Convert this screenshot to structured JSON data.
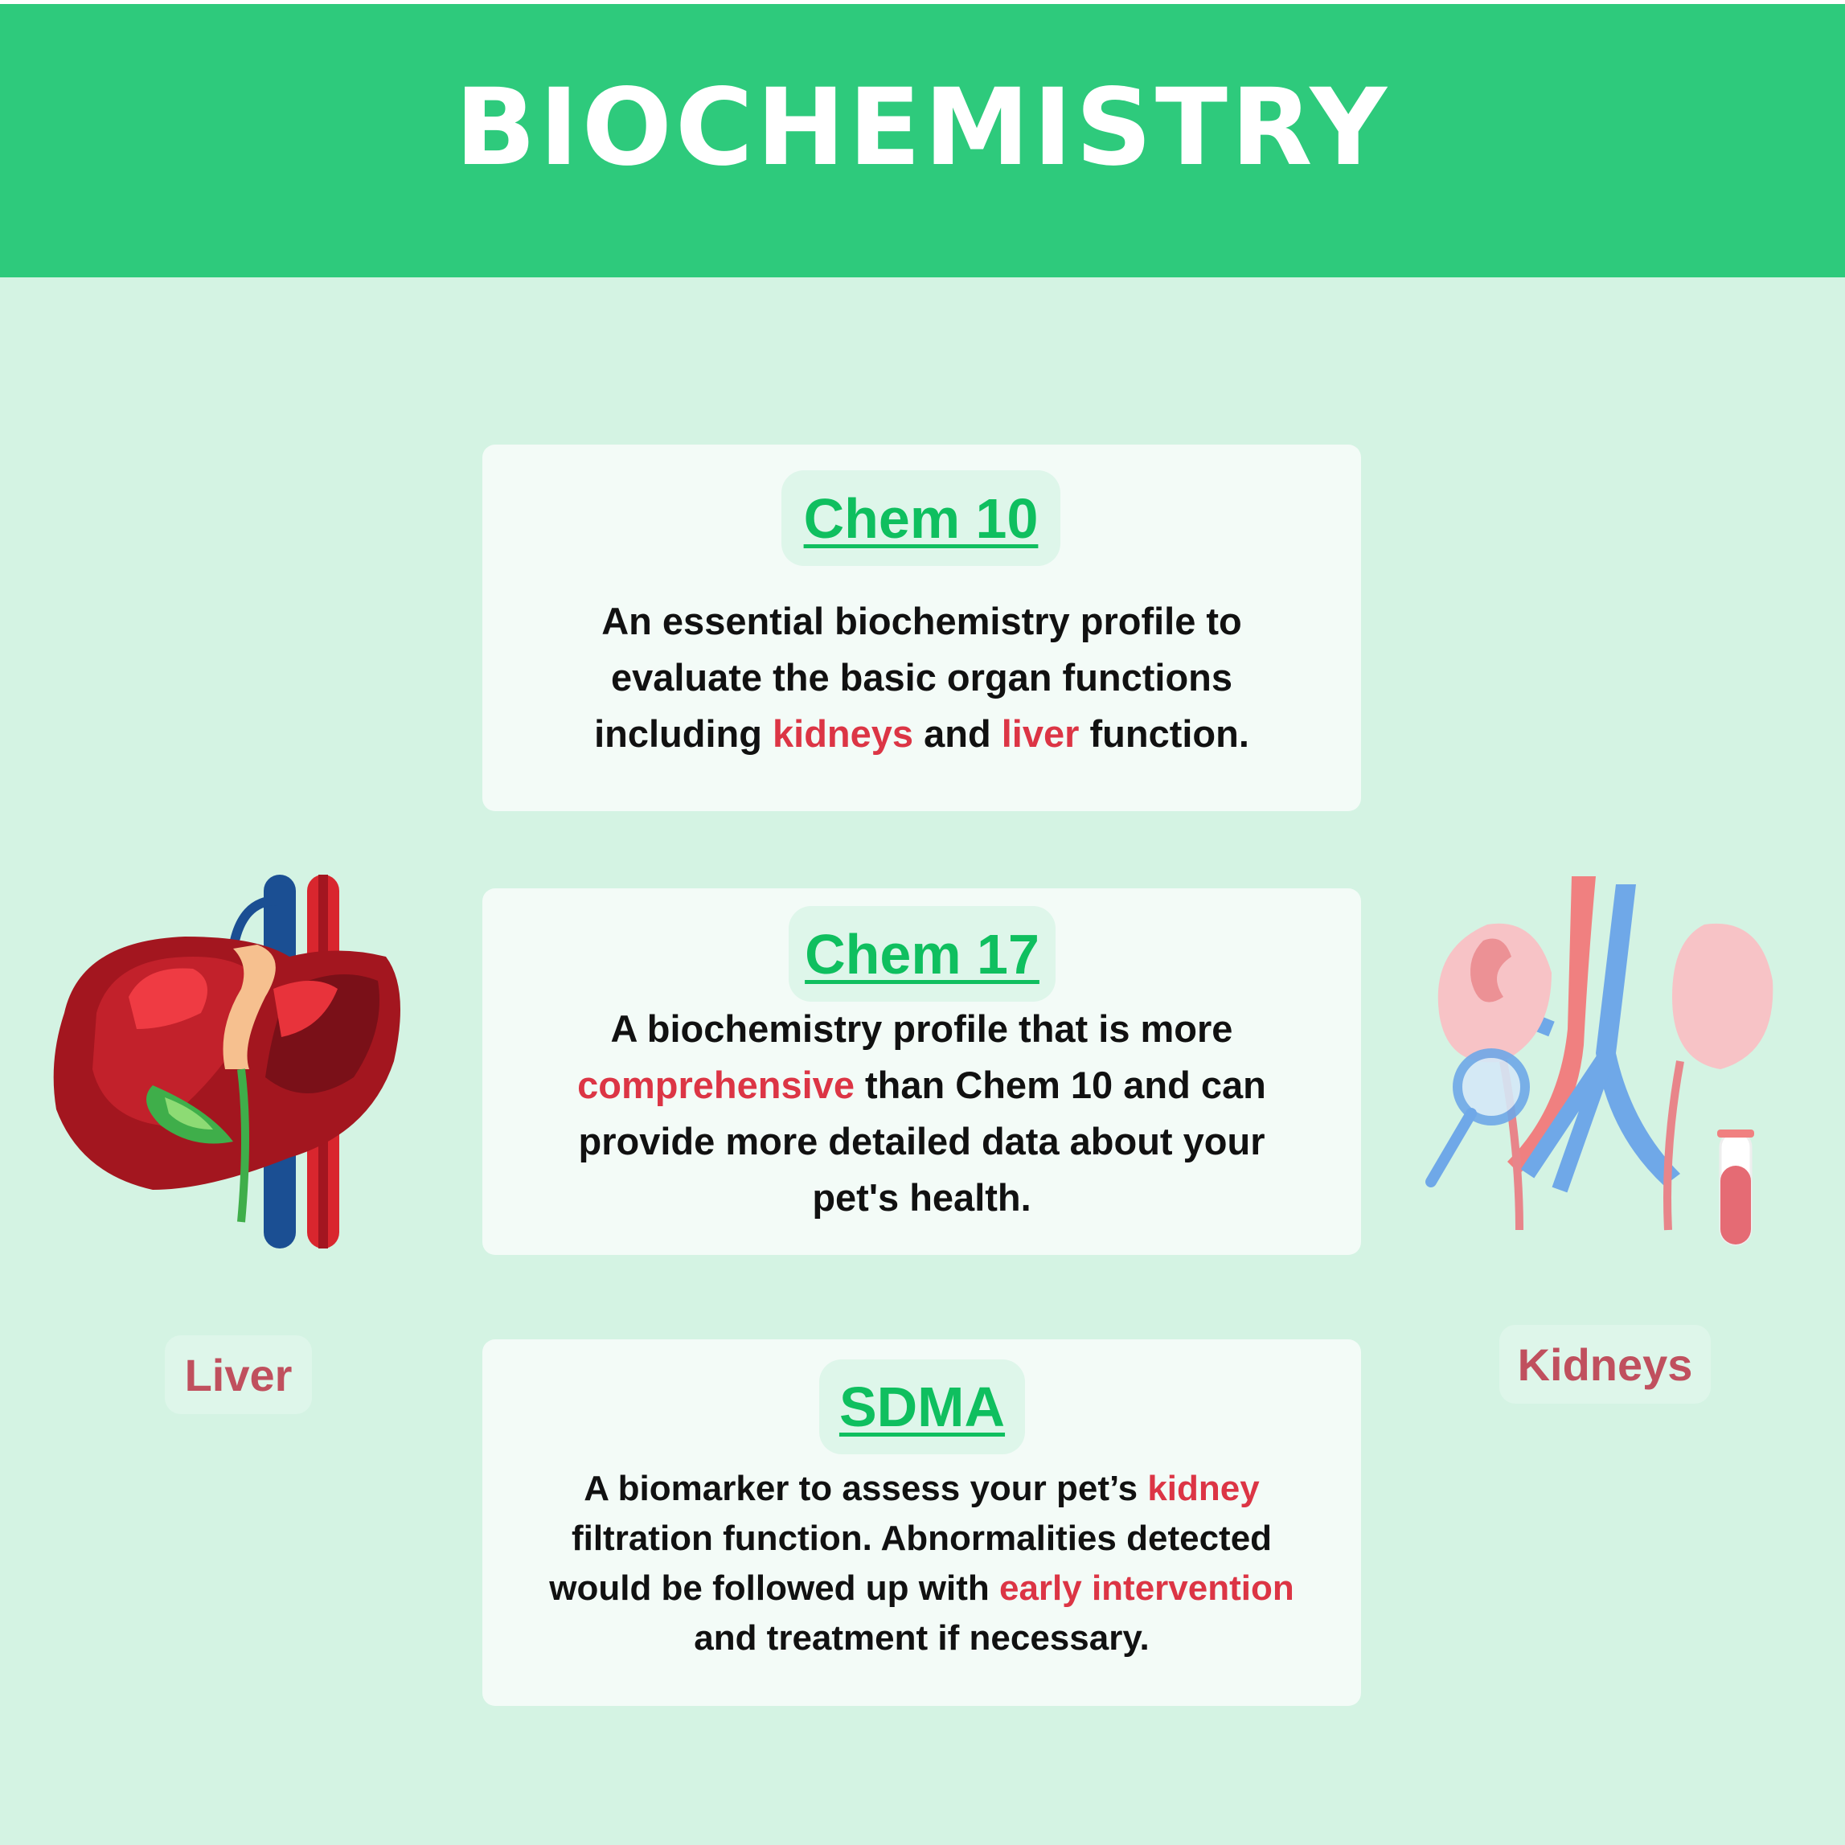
{
  "header": {
    "title": "BIOCHEMISTRY"
  },
  "cards": [
    {
      "title": "Chem 10",
      "segments": [
        {
          "text": "An essential biochemistry profile to evaluate the basic organ functions including "
        },
        {
          "text": "kidneys",
          "highlight": true
        },
        {
          "text": " and "
        },
        {
          "text": "liver",
          "highlight": true
        },
        {
          "text": " function."
        }
      ]
    },
    {
      "title": "Chem 17",
      "segments": [
        {
          "text": "A biochemistry profile that is more "
        },
        {
          "text": "comprehensive",
          "highlight": true
        },
        {
          "text": " than Chem 10 and can provide more detailed data about  your pet's health."
        }
      ]
    },
    {
      "title": "SDMA",
      "segments": [
        {
          "text": "A biomarker to assess your pet’s "
        },
        {
          "text": "kidney",
          "highlight": true
        },
        {
          "text": " filtration function. Abnormalities detected would be followed up with "
        },
        {
          "text": "early intervention",
          "highlight": true
        },
        {
          "text": " and treatment if necessary."
        }
      ]
    }
  ],
  "labels": {
    "liver": "Liver",
    "kidneys": "Kidneys"
  },
  "colors": {
    "header": "#2ECA7C",
    "background": "#D4F3E3",
    "accent": "#0FBF5F",
    "highlight": "#DC3545",
    "label": "#C0505E"
  }
}
